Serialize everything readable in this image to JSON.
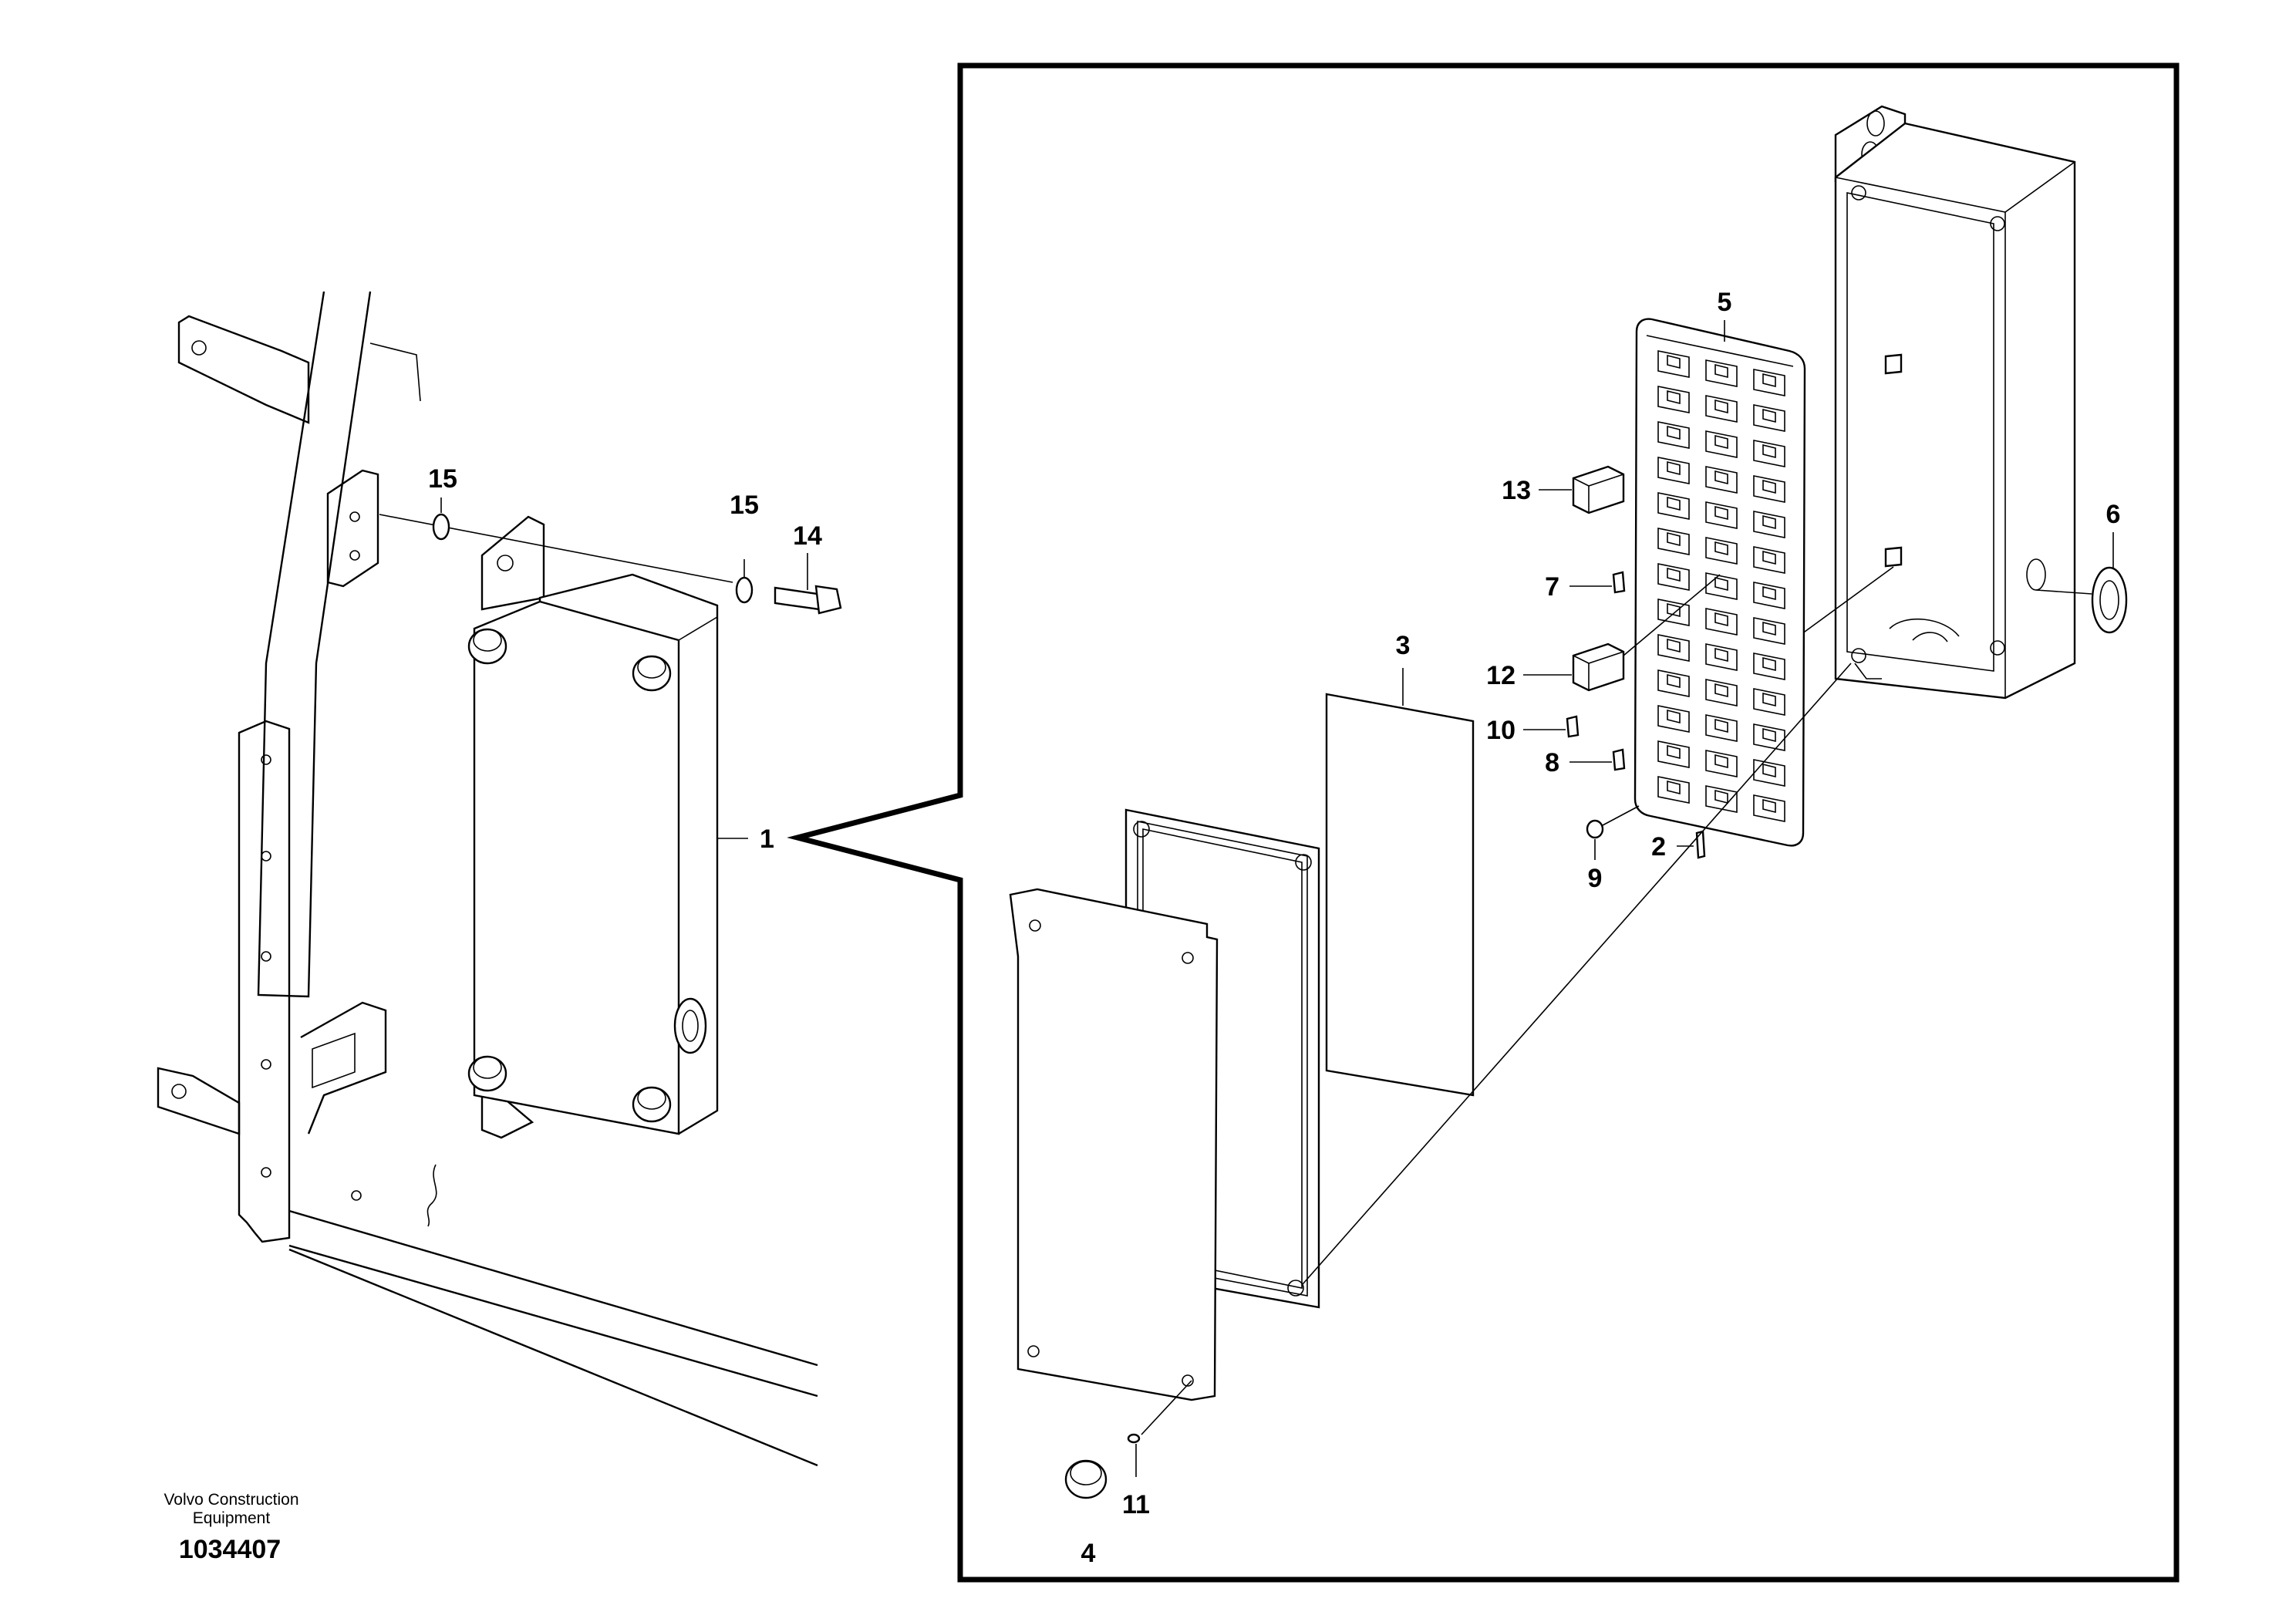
{
  "diagram": {
    "callouts": [
      "1",
      "2",
      "3",
      "4",
      "5",
      "6",
      "7",
      "8",
      "9",
      "10",
      "11",
      "12",
      "13",
      "14",
      "15"
    ],
    "footer": {
      "company_line1": "Volvo Construction",
      "company_line2": "Equipment",
      "drawing_number": "1034407"
    }
  }
}
